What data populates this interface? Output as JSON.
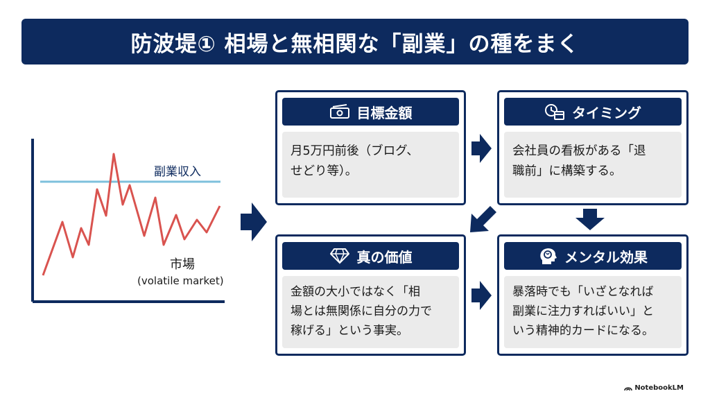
{
  "title": "防波堤① 相場と無相関な「副業」の種をまく",
  "chart": {
    "income_label": "副業収入",
    "market_label": "市場",
    "market_sublabel": "(volatile market)",
    "line_color": "#d9534f",
    "income_line_color": "#7ec0dc"
  },
  "cards": {
    "target_amount": {
      "title": "目標金額",
      "icon": "money-icon",
      "body": "月5万円前後（ブログ、\nせどり等）。"
    },
    "timing": {
      "title": "タイミング",
      "icon": "clock-calendar-icon",
      "body": "会社員の看板がある「退\n職前」に構築する。"
    },
    "true_value": {
      "title": "真の価値",
      "icon": "diamond-icon",
      "body": "金額の大小ではなく「相\n場とは無関係に自分の力で\n稼げる」という事実。"
    },
    "mental_effect": {
      "title": "メンタル効果",
      "icon": "brain-head-icon",
      "body": "暴落時でも「いざとなれば\n副業に注力すればいい」と\nいう精神的カードになる。"
    }
  },
  "brand": "NotebookLM",
  "colors": {
    "navy": "#0d2a5e",
    "body_bg": "#ebebeb"
  }
}
